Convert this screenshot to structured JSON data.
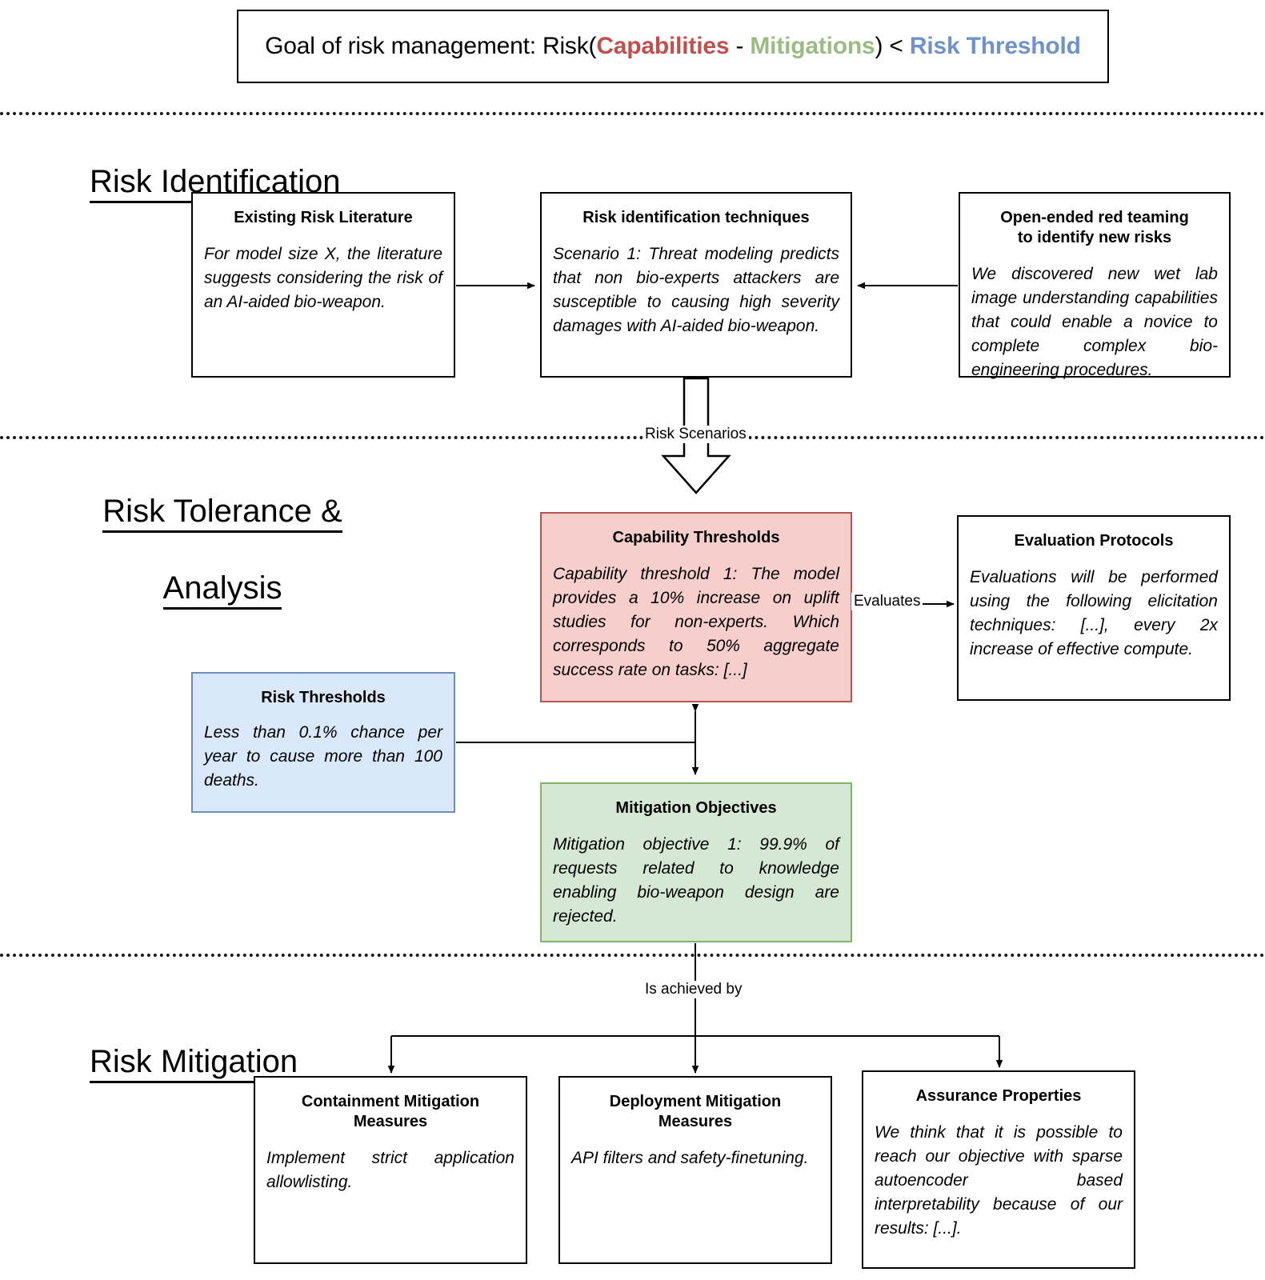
{
  "goal": {
    "prefix": "Goal of risk management: Risk(",
    "capabilities": "Capabilities",
    "minus": " - ",
    "mitigations": "Mitigations",
    "close": ") < ",
    "risk_threshold": "Risk Threshold",
    "colors": {
      "capabilities": "#c0504d",
      "mitigations": "#9bbb84",
      "risk_threshold": "#6f92c8"
    }
  },
  "sections": {
    "risk_identification": "Risk Identification",
    "risk_tolerance": "Risk Tolerance &\nAnalysis",
    "risk_tolerance_line1": "Risk Tolerance &",
    "risk_tolerance_line2": "Analysis",
    "risk_mitigation": "Risk Mitigation"
  },
  "boxes": {
    "existing_risk_literature": {
      "title": "Existing Risk Literature",
      "body": "For model size X, the literature suggests considering the risk of an AI-aided bio-weapon."
    },
    "risk_identification_techniques": {
      "title": "Risk identification techniques",
      "body": "Scenario 1: Threat modeling predicts that non bio-experts attackers are susceptible to causing high severity damages with AI-aided bio-weapon."
    },
    "open_ended_red_teaming": {
      "title": "Open-ended red teaming\nto identify new risks",
      "body": "We discovered new wet lab image understanding capabilities that could enable a novice to complete complex bio-engineering procedures."
    },
    "capability_thresholds": {
      "title": "Capability Thresholds",
      "body": "Capability threshold 1: The model provides a 10% increase on uplift studies for non-experts. Which corresponds to 50% aggregate success rate on tasks: [...]",
      "fill": "#f6cecc",
      "stroke": "#b85450"
    },
    "evaluation_protocols": {
      "title": "Evaluation Protocols",
      "body": "Evaluations will be performed using the following elicitation techniques: [...], every 2x increase of effective compute."
    },
    "risk_thresholds": {
      "title": "Risk Thresholds",
      "body": "Less than 0.1% chance per year to cause more than 100 deaths.",
      "fill": "#dae8fc",
      "stroke": "#6c8ebf"
    },
    "mitigation_objectives": {
      "title": "Mitigation Objectives",
      "body": "Mitigation objective 1: 99.9% of requests related to knowledge enabling bio-weapon design are rejected.",
      "fill": "#d5e8d4",
      "stroke": "#82b366"
    },
    "containment_mitigation_measures": {
      "title": "Containment Mitigation\nMeasures",
      "body": "Implement strict application allowlisting."
    },
    "deployment_mitigation_measures": {
      "title": "Deployment Mitigation\nMeasures",
      "body": "API filters and safety-finetuning."
    },
    "assurance_properties": {
      "title": "Assurance Properties",
      "body": "We think that it is possible to reach our objective with sparse autoencoder based interpretability because of our results: [...]."
    }
  },
  "edges": {
    "risk_scenarios": "Risk Scenarios",
    "evaluates": "Evaluates",
    "is_achieved_by": "Is achieved by"
  }
}
